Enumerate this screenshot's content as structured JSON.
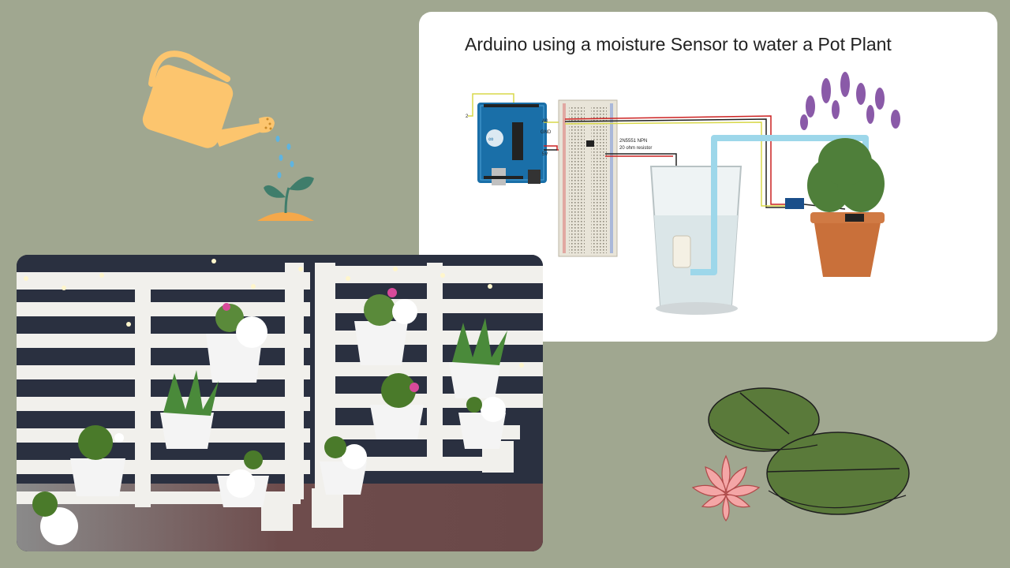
{
  "slide": {
    "background": "#a0a790"
  },
  "diagram": {
    "title": "Arduino using a moisture Sensor to water a Pot Plant",
    "pin_2": "2",
    "pin_a0": "A0",
    "pin_gnd": "GND",
    "pin_5v": "5V",
    "transistor_label": "2N5551 NPN",
    "resistor_label": "20 ohm resistor"
  },
  "decorations": {
    "top_left": "watering-can-and-seedling",
    "bottom_right": "lily-pads-and-lotus-flower",
    "photo": "white-pallet-vertical-garden"
  },
  "colors": {
    "watering_can": "#fcc56e",
    "water_drops": "#5fb4e0",
    "lily_pad": "#5a7a3a",
    "lotus": "#f4a6a6",
    "tube": "#9dd7ea"
  }
}
